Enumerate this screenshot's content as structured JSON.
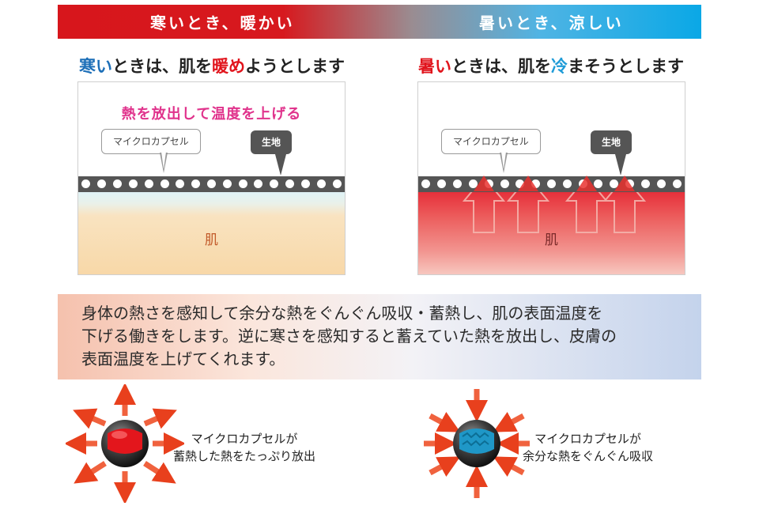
{
  "banner": {
    "warm": "寒いとき、暖かい",
    "cool": "暑いとき、涼しい"
  },
  "left": {
    "heading_a": "寒い",
    "heading_b": "ときは、肌を",
    "heading_c": "暖め",
    "heading_d": "ようとします",
    "heat_text": "熱を放出して温度を上げる",
    "capsule_label": "マイクロカプセル",
    "fabric_label": "生地",
    "skin_label": "肌"
  },
  "right": {
    "heading_a": "暑い",
    "heading_b": "ときは、肌を",
    "heading_c": "冷",
    "heading_d": "まそうとします",
    "capsule_label": "マイクロカプセル",
    "fabric_label": "生地",
    "skin_label": "肌"
  },
  "explanation": {
    "line1": "身体の熱さを感知して余分な熱をぐんぐん吸収・蓄熱し、肌の表面温度を",
    "line2": "下げる働きをします。逆に寒さを感知すると蓄えていた熱を放出し、皮膚の",
    "line3": "表面温度を上げてくれます。"
  },
  "release": {
    "line1": "マイクロカプセルが",
    "line2": "蓄熱した熱をたっぷり放出"
  },
  "absorb": {
    "line1": "マイクロカプセルが",
    "line2": "余分な熱をぐんぐん吸収"
  },
  "colors": {
    "warm_red": "#d7161c",
    "cool_blue": "#0aa8e6",
    "arrow_red": "#e8401d",
    "heat_pink": "#e0338c"
  },
  "icons": [
    "outward-heat-arrows-icon",
    "inward-heat-arrows-icon",
    "red-capsule-icon",
    "blue-capsule-icon"
  ]
}
